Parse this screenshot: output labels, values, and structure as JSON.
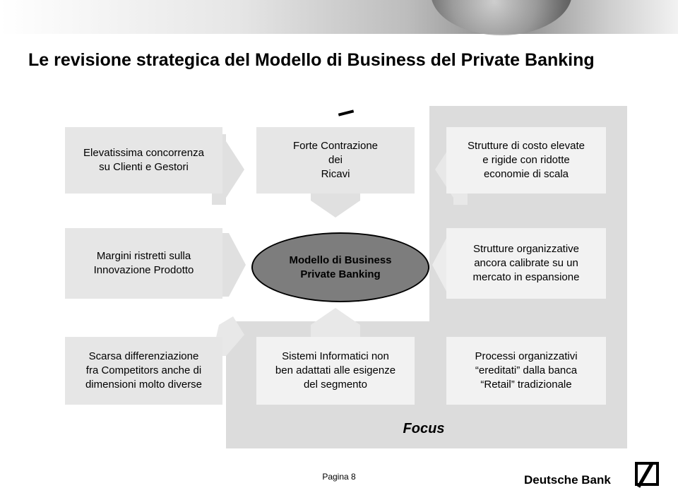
{
  "slide": {
    "title": "Le revisione strategica del Modello di Business del Private Banking",
    "dash": "–",
    "boxes": {
      "top_left": "Elevatissima concorrenza\nsu Clienti e Gestori",
      "top_center": "Forte Contrazione\ndei\nRicavi",
      "top_right": "Strutture di costo elevate\ne rigide con ridotte\neconomie di scala",
      "mid_left": "Margini ristretti sulla\nInnovazione Prodotto",
      "center": "Modello di Business\nPrivate Banking",
      "mid_right": "Strutture organizzative\nancora calibrate su un\nmercato in espansione",
      "bottom_left": "Scarsa differenziazione\nfra Competitors anche di\ndimensioni molto diverse",
      "bottom_center": "Sistemi Informatici non\nben adattati alle esigenze\ndel segmento",
      "bottom_right": "Processi organizzativi\n“ereditati” dalla banca\n“Retail” tradizionale"
    },
    "focus_label": "Focus"
  },
  "footer": {
    "page": "Pagina 8",
    "brand": "Deutsche Bank"
  },
  "colors": {
    "ellipse_fill": "#7d7d7d",
    "panel": "#dcdcdc",
    "arrows": "#e0e0e0"
  }
}
